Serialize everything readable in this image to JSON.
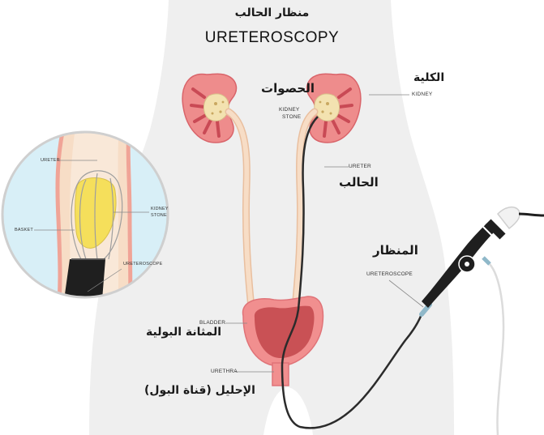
{
  "title_ar": "منظار الحالب",
  "title_en": "URETEROSCOPY",
  "labels_ar": {
    "kidney": "الكلية",
    "stones": "الحصوات",
    "ureter": "الحالب",
    "scope": "المنظار",
    "bladder": "المثانة البولية",
    "urethra": "الإحليل (قناة البول)"
  },
  "labels_en": {
    "kidney": "KIDNEY",
    "kidney_stone_1": "KIDNEY",
    "kidney_stone_2": "STONE",
    "ureter": "URETER",
    "ureteroscope": "URETEROSCOPE",
    "bladder": "BLADDER",
    "urethra": "URETHRA"
  },
  "inset": {
    "ureter": "URETER",
    "kidney_stone_1": "KIDNEY",
    "kidney_stone_2": "STONE",
    "basket": "BASKET",
    "ureteroscope": "URETEROSCOPE"
  },
  "colors": {
    "body": "#efefef",
    "kidney": "#ee8c8c",
    "kidney_dark": "#d9646a",
    "stone": "#f3e2b0",
    "ureter": "#f7ddc6",
    "ureter_edge": "#e9bf9f",
    "bladder_outer": "#f18f8f",
    "bladder_inner": "#c95155",
    "scope": "#1f1f1f",
    "inset_bg": "#d8eff7",
    "basket_stone": "#f5df5b"
  }
}
